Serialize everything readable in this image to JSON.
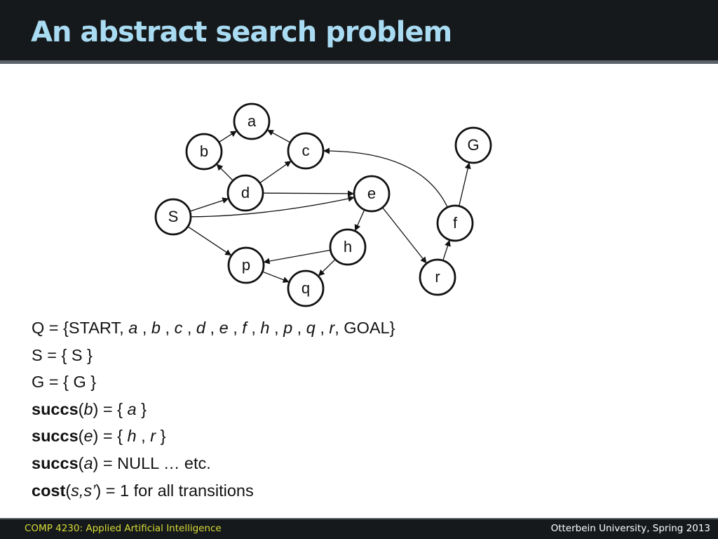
{
  "slide": {
    "title": "An abstract search problem"
  },
  "graph": {
    "nodes": [
      {
        "id": "a",
        "label": "a"
      },
      {
        "id": "b",
        "label": "b"
      },
      {
        "id": "c",
        "label": "c"
      },
      {
        "id": "d",
        "label": "d"
      },
      {
        "id": "e",
        "label": "e"
      },
      {
        "id": "S",
        "label": "S"
      },
      {
        "id": "f",
        "label": "f"
      },
      {
        "id": "G",
        "label": "G"
      },
      {
        "id": "h",
        "label": "h"
      },
      {
        "id": "p",
        "label": "p"
      },
      {
        "id": "q",
        "label": "q"
      },
      {
        "id": "r",
        "label": "r"
      }
    ],
    "edges": [
      {
        "from": "S",
        "to": "d"
      },
      {
        "from": "S",
        "to": "e"
      },
      {
        "from": "S",
        "to": "p"
      },
      {
        "from": "b",
        "to": "a"
      },
      {
        "from": "c",
        "to": "a"
      },
      {
        "from": "d",
        "to": "b"
      },
      {
        "from": "d",
        "to": "c"
      },
      {
        "from": "d",
        "to": "e"
      },
      {
        "from": "e",
        "to": "h"
      },
      {
        "from": "e",
        "to": "r"
      },
      {
        "from": "f",
        "to": "c"
      },
      {
        "from": "f",
        "to": "G"
      },
      {
        "from": "h",
        "to": "p"
      },
      {
        "from": "h",
        "to": "q"
      },
      {
        "from": "p",
        "to": "q"
      },
      {
        "from": "r",
        "to": "f"
      }
    ]
  },
  "definitions": {
    "q_prefix": "Q = {START, ",
    "q_states": [
      "a",
      "b",
      "c",
      "d",
      "e",
      "f",
      "h",
      "p",
      "q",
      "r"
    ],
    "q_separator": " , ",
    "q_suffix": ", GOAL}",
    "s_line": "S = { S }",
    "g_line": "G = { G }",
    "succs_word": "succs",
    "succs_b_arg": "b",
    "succs_b_rest1": ") = { ",
    "succs_b_val": "a",
    "succs_b_rest2": " }",
    "succs_e_arg": "e",
    "succs_e_rest1": ") = { ",
    "succs_e_val1": "h",
    "succs_e_sep": " , ",
    "succs_e_val2": "r",
    "succs_e_rest2": " }",
    "succs_a_arg": "a",
    "succs_a_rest": ") = NULL … etc.",
    "cost_word": "cost",
    "cost_args": "s,s’",
    "cost_rest": ") = 1 for all transitions",
    "open_paren": "("
  },
  "footer": {
    "course": "COMP 4230: Applied Artificial Intelligence",
    "institution": "Otterbein University, Spring 2013"
  },
  "colors": {
    "header_bg": "#16191b",
    "title_color": "#a9dcf3",
    "footer_course_color": "#d6dc37",
    "footer_right_color": "#ffffff"
  }
}
